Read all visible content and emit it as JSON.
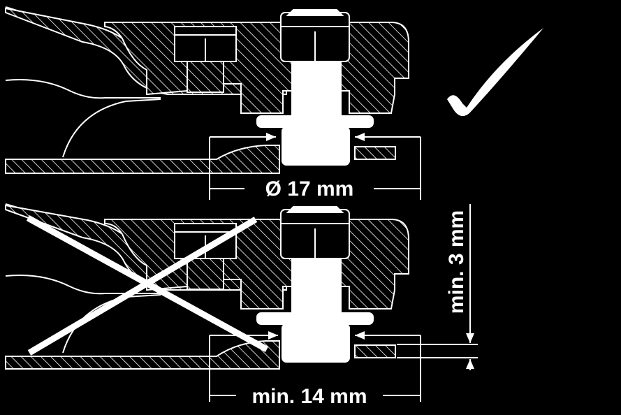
{
  "labels": {
    "diameter": "Ø 17 mm",
    "min_overlap": "min. 14 mm",
    "min_thickness": "min. 3 mm"
  },
  "marks": {
    "top_assembly": "check-mark",
    "bottom_assembly": "cross-mark"
  },
  "colors": {
    "background": "#000000",
    "line": "#ffffff"
  }
}
